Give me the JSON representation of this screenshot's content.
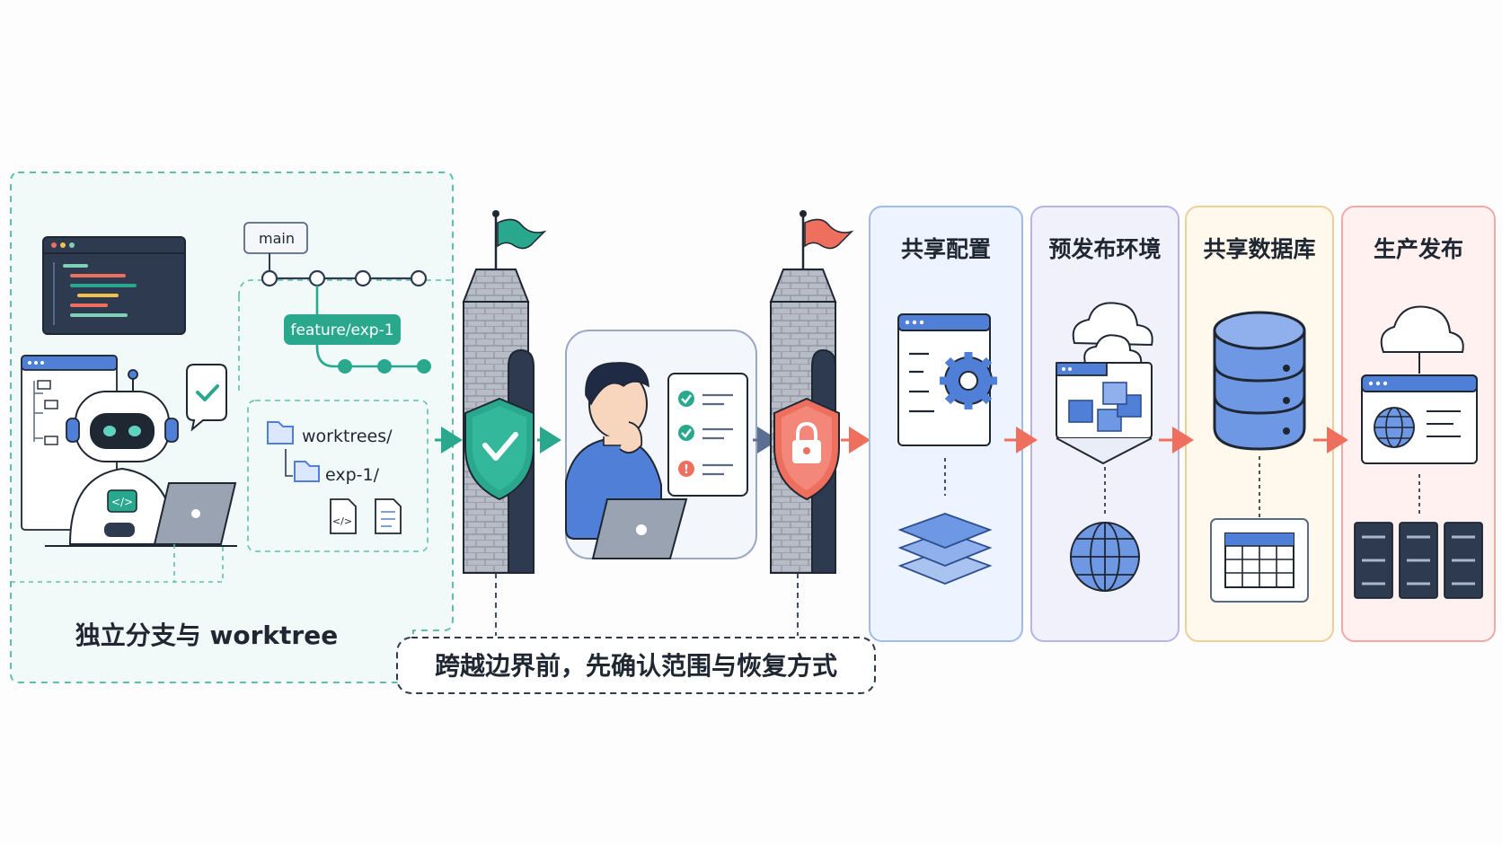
{
  "zone_left": {
    "caption": "独立分支与 worktree"
  },
  "git": {
    "main_label": "main",
    "feature_label": "feature/exp-1"
  },
  "files": {
    "root_folder": "worktrees/",
    "sub_folder": "exp-1/"
  },
  "bottom_banner": {
    "text": "跨越边界前，先确认范围与恢复方式"
  },
  "boundaries": [
    {
      "label": "共享配置",
      "tint": "#eef4ff",
      "border": "#9fbbe8"
    },
    {
      "label": "预发布环境",
      "tint": "#f1f1fc",
      "border": "#b7b3e3"
    },
    {
      "label": "共享数据库",
      "tint": "#fff8ec",
      "border": "#f0cf97"
    },
    {
      "label": "生产发布",
      "tint": "#fff1ef",
      "border": "#f0aaa3"
    }
  ],
  "colors": {
    "teal": "#2aa88e",
    "coral": "#ee6f5e",
    "navy": "#2a3a55",
    "blue": "#4f7fd6",
    "slate": "#5c6f93",
    "ink": "#1f2733"
  },
  "icons": {
    "robot": "robot-icon",
    "laptop": "laptop-icon",
    "code_window": "code-window-icon",
    "shield_ok": "shield-check-icon",
    "shield_lock": "shield-lock-icon",
    "flag_green": "flag-green-icon",
    "flag_red": "flag-red-icon",
    "person": "person-reviewer-icon",
    "checklist": "checklist-icon",
    "gear": "gear-icon",
    "layers": "layers-icon",
    "cloud": "cloud-icon",
    "cubes": "cubes-icon",
    "globe": "globe-icon",
    "database": "database-icon",
    "table": "table-icon",
    "servers": "servers-icon"
  }
}
